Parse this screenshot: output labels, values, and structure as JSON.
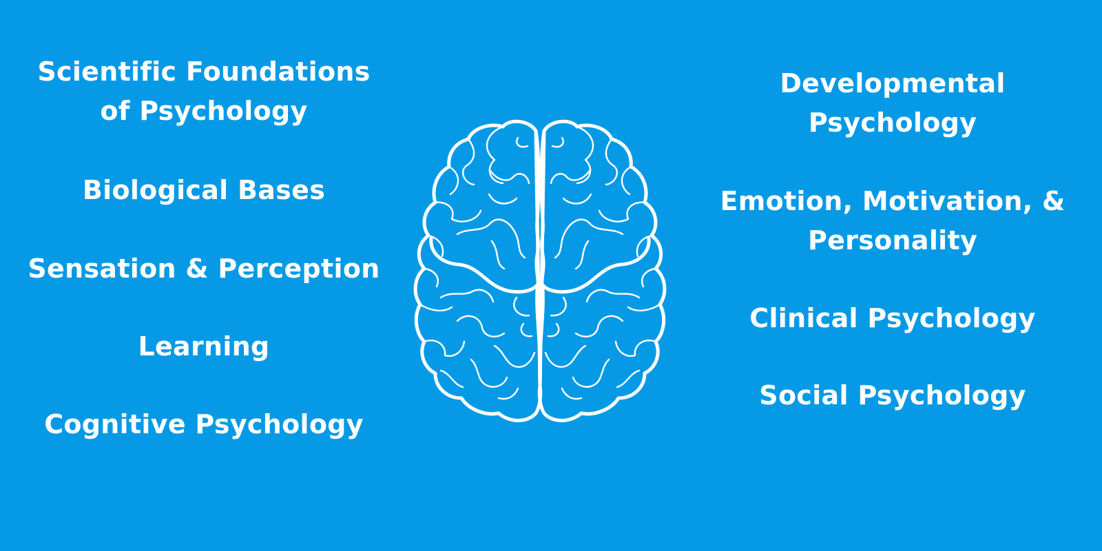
{
  "background_color": "#069ae6",
  "text_color": "#ffffff",
  "left_topics": [
    {
      "line1": "Scientific Foundations",
      "line2": "of Psychology"
    },
    {
      "line1": "Biological Bases"
    },
    {
      "line1": "Sensation & Perception"
    },
    {
      "line1": "Learning"
    },
    {
      "line1": "Cognitive Psychology"
    }
  ],
  "right_topics": [
    {
      "line1": "Developmental",
      "line2": "Psychology"
    },
    {
      "line1": "Emotion, Motivation, &",
      "line2": "Personality"
    },
    {
      "line1": "Clinical Psychology"
    },
    {
      "line1": "Social Psychology"
    }
  ],
  "center_icon": "brain-icon"
}
